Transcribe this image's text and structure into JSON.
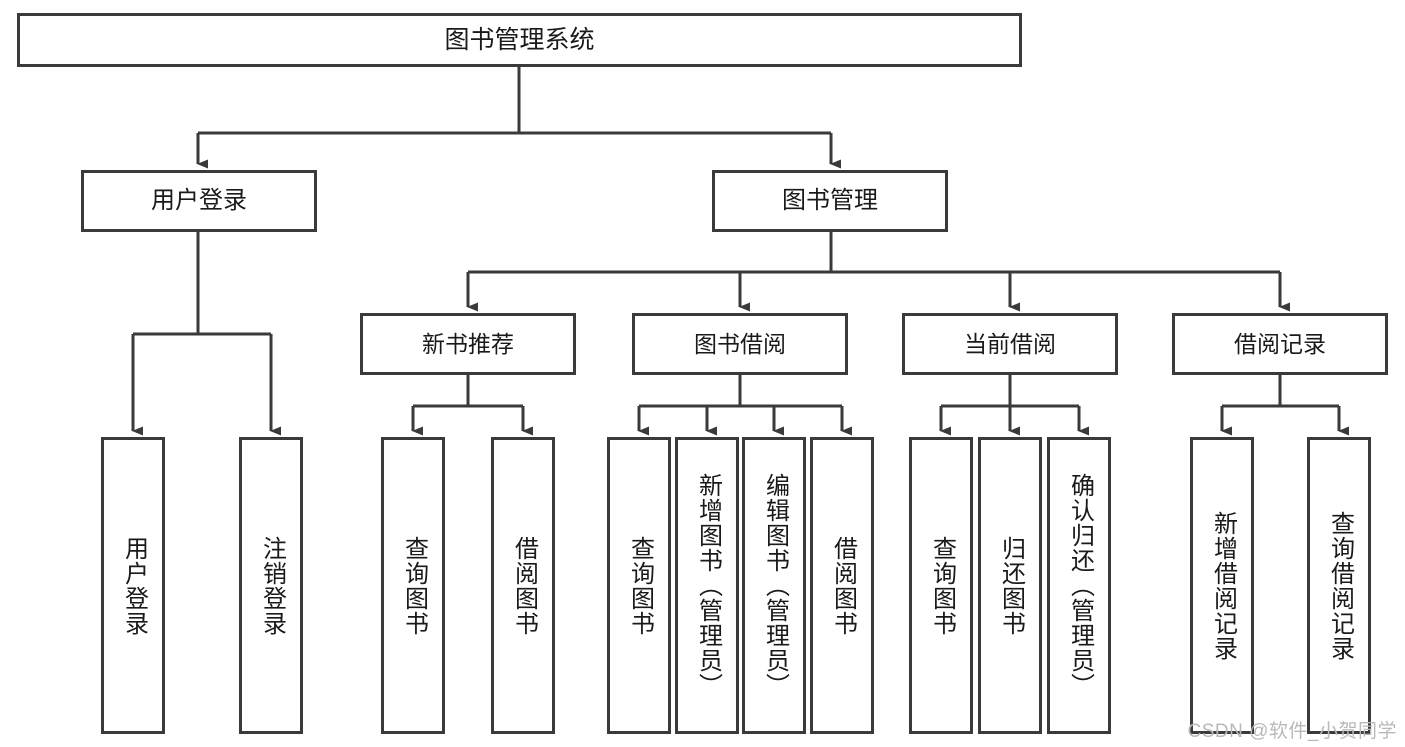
{
  "diagram": {
    "title": "图书管理系统",
    "watermark": "CSDN @软件_小贺同学",
    "colors": {
      "stroke": "#3a3a3a",
      "box_fill": "#ffffff",
      "text": "#1a1a1a",
      "watermark": "#b9b9b9",
      "background": "#ffffff"
    },
    "root": {
      "label": "图书管理系统"
    },
    "level2": [
      {
        "label": "用户登录"
      },
      {
        "label": "图书管理"
      }
    ],
    "level3": [
      {
        "label": "新书推荐"
      },
      {
        "label": "图书借阅"
      },
      {
        "label": "当前借阅"
      },
      {
        "label": "借阅记录"
      }
    ],
    "leaves": {
      "user_login": [
        {
          "label": "用户登录"
        },
        {
          "label": "注销登录"
        }
      ],
      "new_book_recommend": [
        {
          "label": "查询图书"
        },
        {
          "label": "借阅图书"
        }
      ],
      "book_borrow": [
        {
          "label": "查询图书"
        },
        {
          "label": "新增图书（管理员）"
        },
        {
          "label": "编辑图书（管理员）"
        },
        {
          "label": "借阅图书"
        }
      ],
      "current_borrow": [
        {
          "label": "查询图书"
        },
        {
          "label": "归还图书"
        },
        {
          "label": "确认归还（管理员）"
        }
      ],
      "borrow_record": [
        {
          "label": "新增借阅记录"
        },
        {
          "label": "查询借阅记录"
        }
      ]
    }
  }
}
